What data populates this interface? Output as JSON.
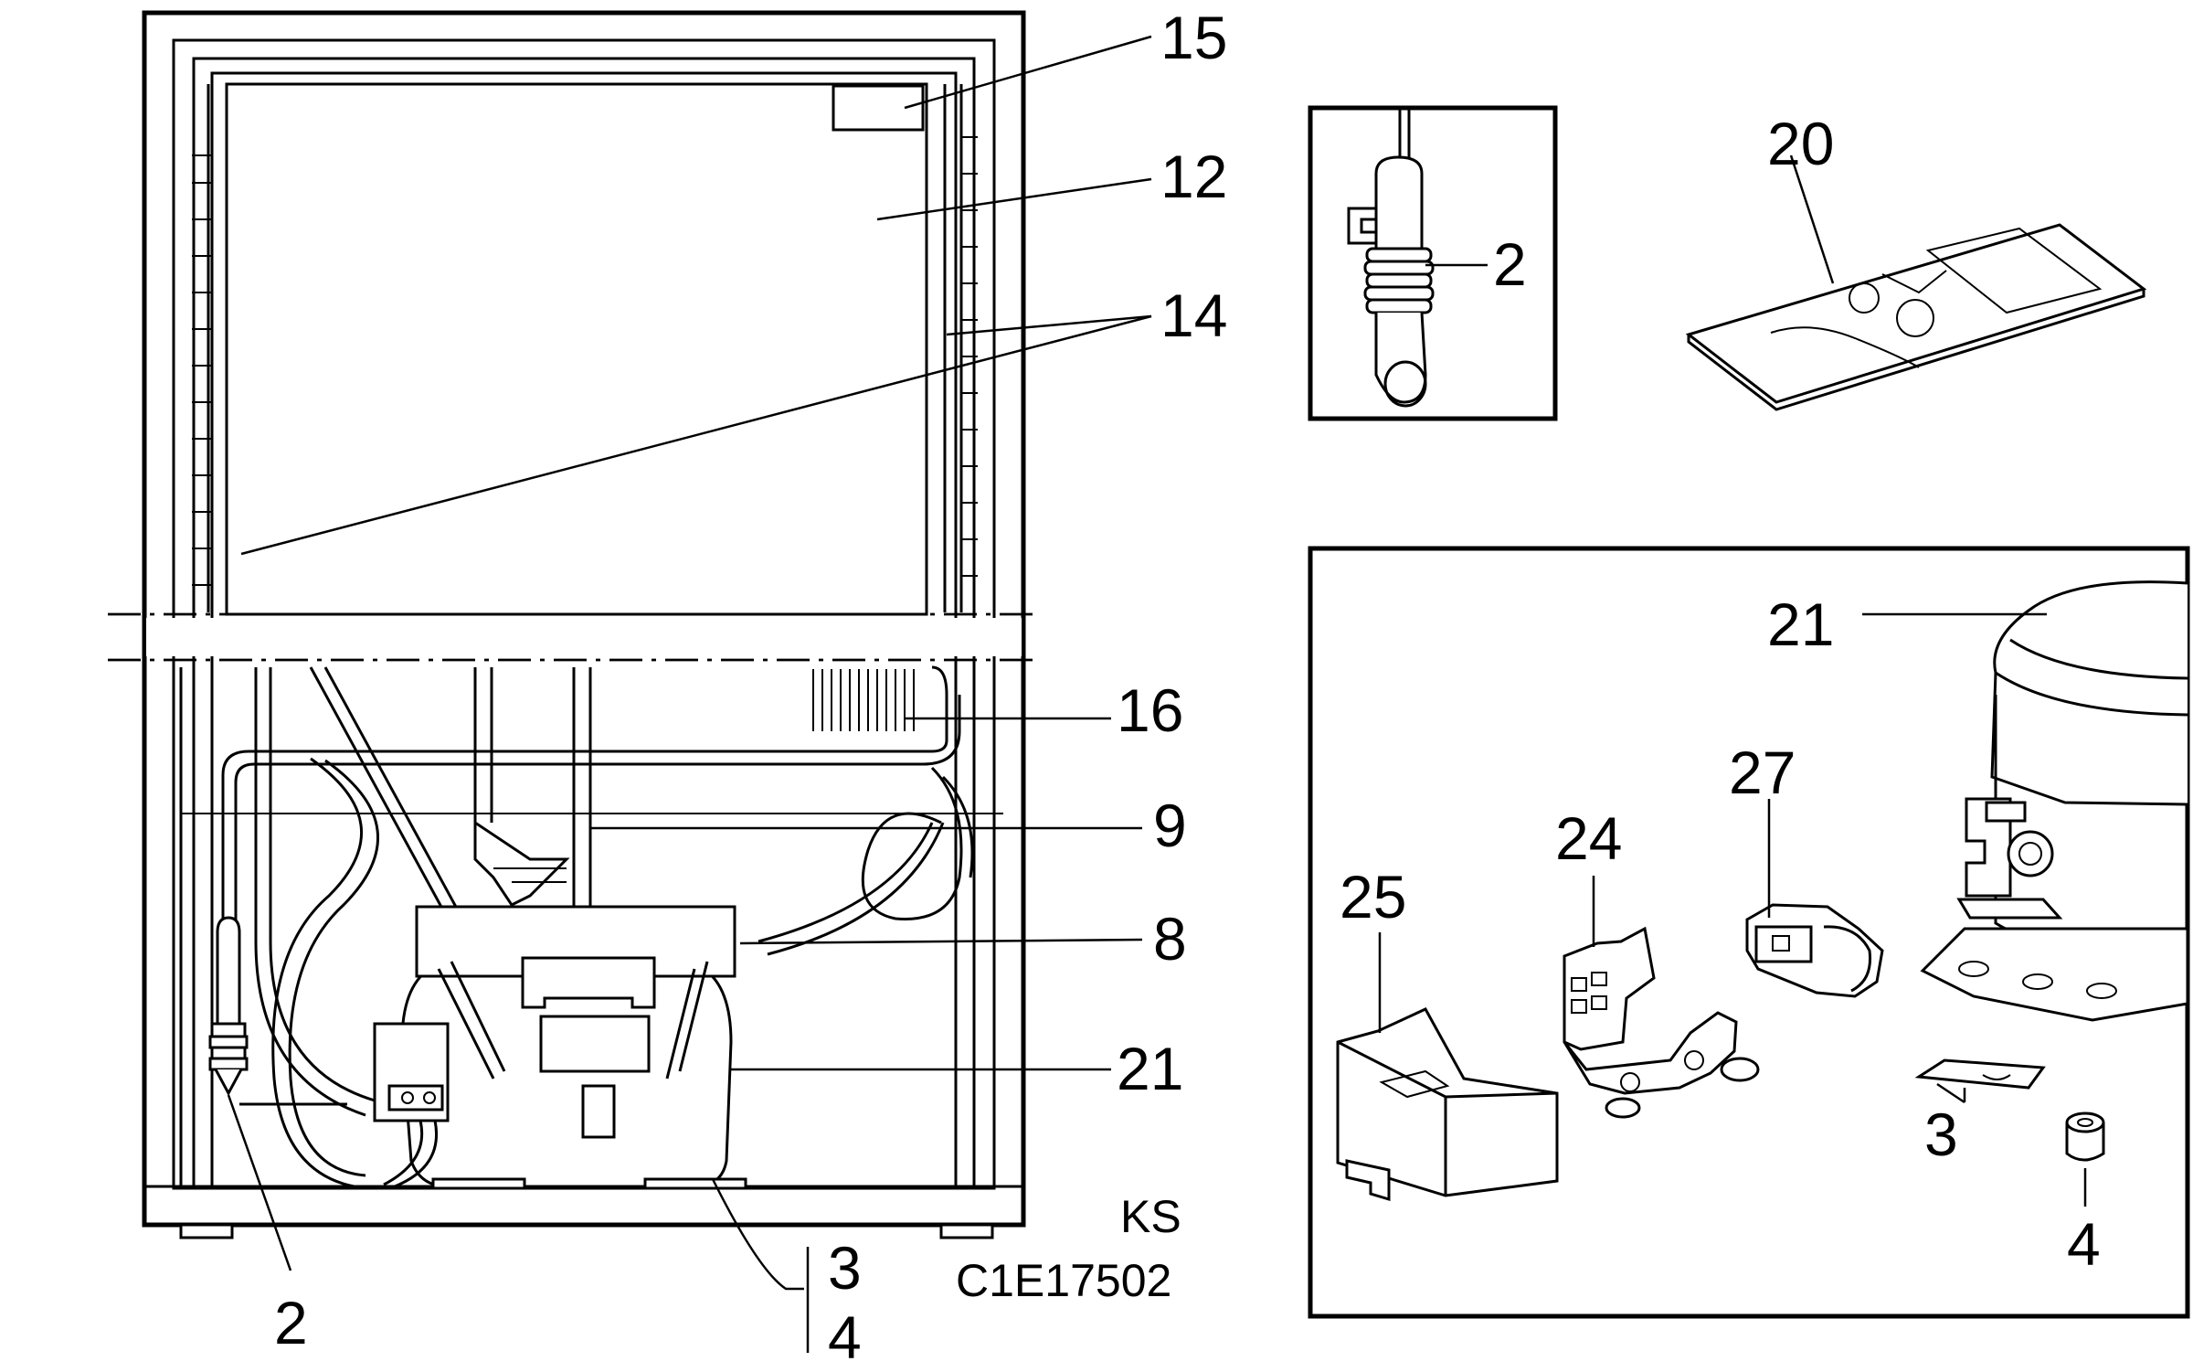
{
  "figure": {
    "callouts": {
      "c15": "15",
      "c12": "12",
      "c14": "14",
      "c16": "16",
      "c9": "9",
      "c8": "8",
      "c21_main": "21",
      "c2_main": "2",
      "c3_main": "3",
      "c4_main": "4",
      "c2_detail": "2",
      "c20": "20",
      "c21_detail": "21",
      "c27": "27",
      "c24": "24",
      "c25": "25",
      "c3_detail": "3",
      "c4_detail": "4"
    },
    "signature": "KS",
    "drawing_code": "C1E17502"
  },
  "icons": {
    "cabinet": "refrigerator-cabinet-outline",
    "compressor": "compressor-icon",
    "thermostat_sensor": "sensor-probe-icon",
    "manual": "manual-booklet-icon",
    "relay": "start-relay-icon",
    "bracket": "terminal-bracket-icon",
    "cover": "terminal-cover-icon",
    "grommet": "rubber-grommet-icon",
    "clip": "mounting-clip-icon"
  }
}
